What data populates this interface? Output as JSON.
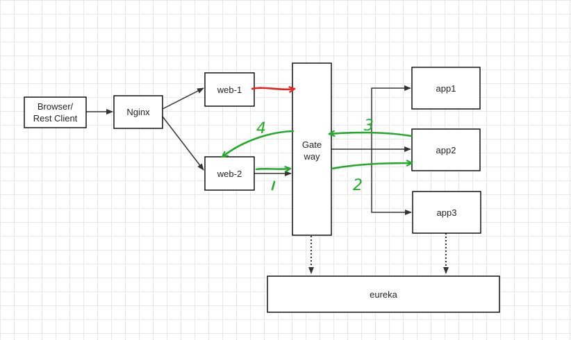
{
  "nodes": {
    "browser": {
      "line1": "Browser/",
      "line2": "Rest Client"
    },
    "nginx": "Nginx",
    "web1": "web-1",
    "web2": "web-2",
    "gateway": {
      "line1": "Gate",
      "line2": "way"
    },
    "app1": "app1",
    "app2": "app2",
    "app3": "app3",
    "eureka": "eureka"
  },
  "steps": {
    "step1": "1",
    "step2": "2",
    "step3": "3",
    "step4": "4"
  },
  "colors": {
    "failed_route": "#e8221b",
    "request_flow": "#22aa2a",
    "connector": "#333333"
  }
}
